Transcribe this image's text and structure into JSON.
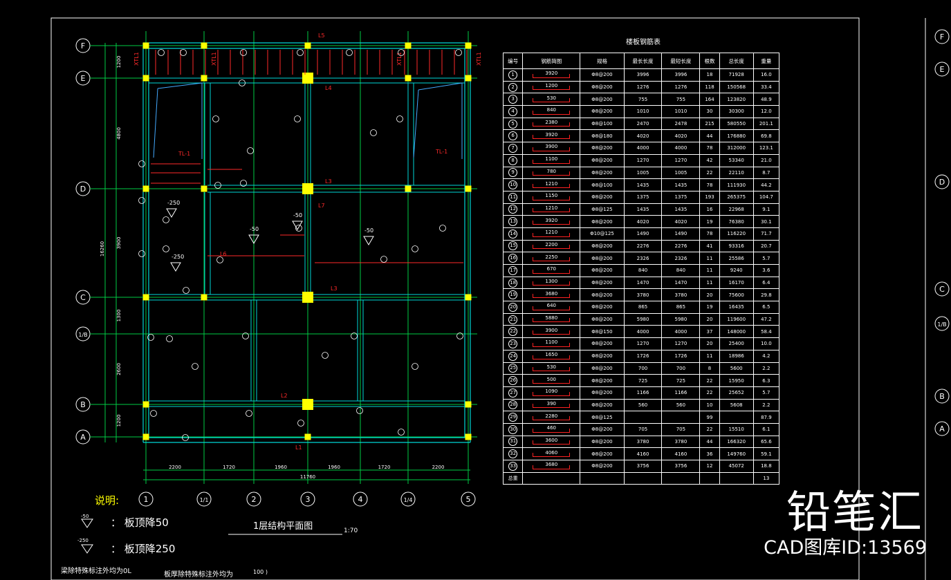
{
  "drawing": {
    "plan_title": "1层结构平面图",
    "scale": "1:70",
    "notes_title": "说明:",
    "note1_symbol": "-50",
    "note1_text": "：  板顶降50",
    "note2_symbol": "-250",
    "note2_text": "：  板顶降250",
    "bottom_note1": "梁除特殊标注外均为0L",
    "bottom_note2": "板厚除特殊标注外均为",
    "bottom_note3": "100 )"
  },
  "grid": {
    "rows": [
      "F",
      "E",
      "D",
      "C",
      "1/B",
      "B",
      "A"
    ],
    "cols": [
      "1",
      "1/1",
      "2",
      "3",
      "4",
      "1/4",
      "5"
    ],
    "right_rows": [
      "F",
      "E",
      "D",
      "C",
      "1/B",
      "B",
      "A"
    ],
    "bottom_dims": [
      "2200",
      "1720",
      "1960",
      "1960",
      "1720",
      "2200"
    ],
    "total_dim": "11760",
    "left_dims": [
      "1200",
      "4800",
      "3900",
      "1300",
      "2600",
      "1200"
    ],
    "left_total": "16260",
    "beam_labels": [
      "L5",
      "L4",
      "L3",
      "L2",
      "L1",
      "L7",
      "L6",
      "L3",
      "TL-1",
      "TL-1",
      "XTL1",
      "XTL1",
      "XTL1",
      "XTL1"
    ],
    "level_marks": [
      "-50",
      "-50",
      "-50",
      "-250",
      "-250"
    ]
  },
  "table": {
    "title": "楼板钢筋表",
    "headers": [
      "编号",
      "钢筋简图",
      "规格",
      "最长长度",
      "最短长度",
      "根数",
      "总长度",
      "重量"
    ],
    "rows": [
      [
        "1",
        "3920",
        "Φ8@200",
        "3996",
        "3996",
        "18",
        "71928",
        "16.0"
      ],
      [
        "2",
        "1200",
        "Φ8@200",
        "1276",
        "1276",
        "118",
        "150568",
        "33.4"
      ],
      [
        "3",
        "530",
        "Φ8@200",
        "755",
        "755",
        "164",
        "123820",
        "48.9"
      ],
      [
        "4",
        "840",
        "Φ8@200",
        "1010",
        "1010",
        "30",
        "30300",
        "12.0"
      ],
      [
        "5",
        "2380",
        "Φ8@100",
        "2470",
        "2478",
        "215",
        "580550",
        "201.1"
      ],
      [
        "6",
        "3920",
        "Φ8@180",
        "4020",
        "4020",
        "44",
        "176880",
        "69.8"
      ],
      [
        "7",
        "3900",
        "Φ8@200",
        "4000",
        "4000",
        "78",
        "312000",
        "123.1"
      ],
      [
        "8",
        "1100",
        "Φ8@200",
        "1270",
        "1270",
        "42",
        "53340",
        "21.0"
      ],
      [
        "9",
        "780",
        "Φ8@200",
        "1005",
        "1005",
        "22",
        "22110",
        "8.7"
      ],
      [
        "10",
        "1210",
        "Φ8@100",
        "1435",
        "1435",
        "78",
        "111930",
        "44.2"
      ],
      [
        "11",
        "1150",
        "Φ8@200",
        "1375",
        "1375",
        "193",
        "265375",
        "104.7"
      ],
      [
        "12",
        "1210",
        "Φ8@125",
        "1435",
        "1435",
        "16",
        "22968",
        "9.1"
      ],
      [
        "13",
        "3920",
        "Φ8@200",
        "4020",
        "4020",
        "19",
        "76380",
        "30.1"
      ],
      [
        "14",
        "1210",
        "Φ10@125",
        "1490",
        "1490",
        "78",
        "116220",
        "71.7"
      ],
      [
        "15",
        "2200",
        "Φ8@200",
        "2276",
        "2276",
        "41",
        "93316",
        "20.7"
      ],
      [
        "16",
        "2250",
        "Φ8@200",
        "2326",
        "2326",
        "11",
        "25586",
        "5.7"
      ],
      [
        "17",
        "670",
        "Φ8@200",
        "840",
        "840",
        "11",
        "9240",
        "3.6"
      ],
      [
        "18",
        "1300",
        "Φ8@200",
        "1470",
        "1470",
        "11",
        "16170",
        "6.4"
      ],
      [
        "19",
        "3680",
        "Φ8@200",
        "3780",
        "3780",
        "20",
        "75600",
        "29.8"
      ],
      [
        "20",
        "640",
        "Φ8@200",
        "865",
        "865",
        "19",
        "16435",
        "6.5"
      ],
      [
        "21",
        "5880",
        "Φ8@200",
        "5980",
        "5980",
        "20",
        "119600",
        "47.2"
      ],
      [
        "22",
        "3900",
        "Φ8@150",
        "4000",
        "4000",
        "37",
        "148000",
        "58.4"
      ],
      [
        "23",
        "1100",
        "Φ8@200",
        "1270",
        "1270",
        "20",
        "25400",
        "10.0"
      ],
      [
        "24",
        "1650",
        "Φ8@200",
        "1726",
        "1726",
        "11",
        "18986",
        "4.2"
      ],
      [
        "25",
        "530",
        "Φ8@200",
        "700",
        "700",
        "8",
        "5600",
        "2.2"
      ],
      [
        "26",
        "500",
        "Φ8@200",
        "725",
        "725",
        "22",
        "15950",
        "6.3"
      ],
      [
        "27",
        "1090",
        "Φ8@200",
        "1166",
        "1166",
        "22",
        "25652",
        "5.7"
      ],
      [
        "28",
        "390",
        "Φ8@200",
        "560",
        "560",
        "10",
        "5608",
        "2.2"
      ],
      [
        "29",
        "2280",
        "Φ8@125",
        "",
        "",
        "99",
        "",
        "87.9"
      ],
      [
        "30",
        "460",
        "Φ8@200",
        "705",
        "705",
        "22",
        "15510",
        "6.1"
      ],
      [
        "31",
        "3600",
        "Φ8@200",
        "3780",
        "3780",
        "44",
        "166320",
        "65.6"
      ],
      [
        "32",
        "4060",
        "Φ8@200",
        "4160",
        "4160",
        "36",
        "149760",
        "59.1"
      ],
      [
        "33",
        "3680",
        "Φ8@200",
        "3756",
        "3756",
        "12",
        "45072",
        "18.8"
      ],
      [
        "总重",
        "",
        "",
        "",
        "",
        "",
        "",
        "13"
      ]
    ]
  },
  "watermark": {
    "brand": "铅笔汇",
    "id_text": "CAD图库ID:13569"
  },
  "colors": {
    "background": "#000000",
    "grid_line": "#00cc44",
    "wall": "#00d7d7",
    "rebar": "#ff2a2a",
    "column": "#ffff00",
    "text": "#ffffff"
  }
}
